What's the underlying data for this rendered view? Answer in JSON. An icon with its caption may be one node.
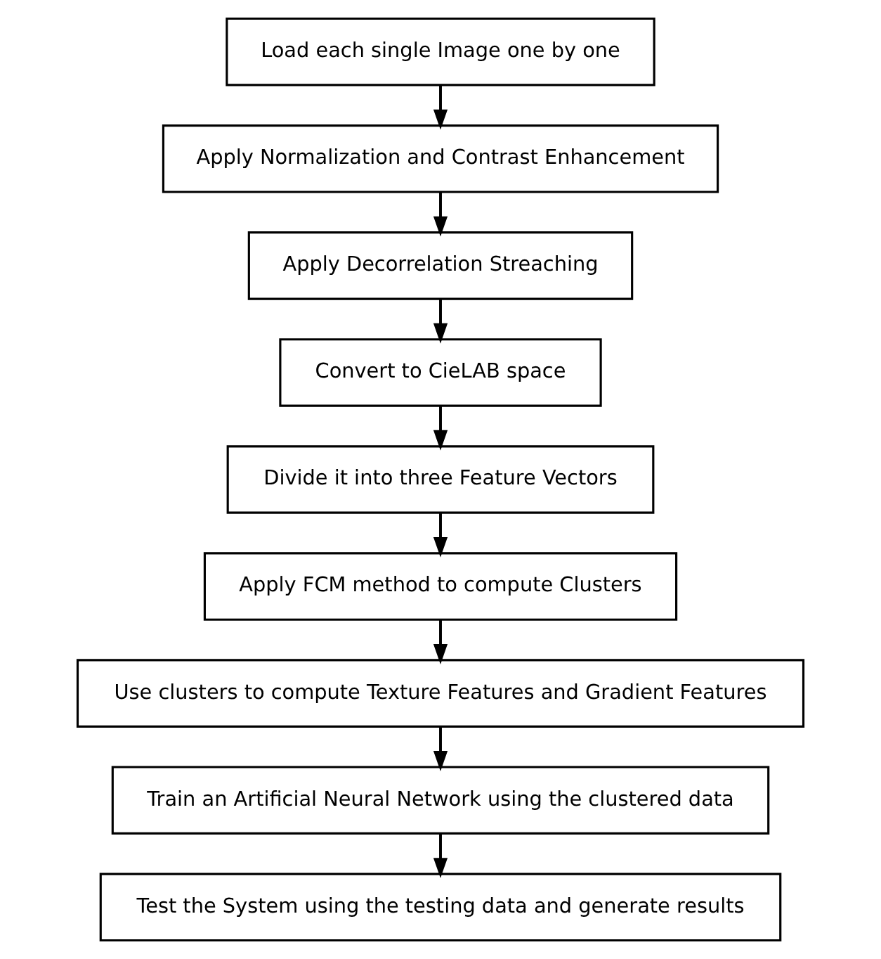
{
  "diagram": {
    "nodes": [
      {
        "text": [
          "Load each single Image one by one"
        ]
      },
      {
        "text": [
          "Apply Normalization and Contrast Enhancement"
        ]
      },
      {
        "text": [
          "Apply Decorrelation Streaching"
        ]
      },
      {
        "text": [
          "Convert to CieLAB space"
        ]
      },
      {
        "text": [
          "Divide it into three Feature Vectors"
        ]
      },
      {
        "text": [
          "Apply FCM method to compute Clusters"
        ]
      },
      {
        "text": [
          "Use clusters to compute Texture Features and Gradient Features"
        ]
      },
      {
        "text": [
          "Train an Artificial Neural Network using the clustered data"
        ]
      },
      {
        "text": [
          "Test the System using the testing data and generate results"
        ]
      }
    ],
    "edges": [
      {
        "from": 0,
        "to": 1,
        "arrow": "to"
      },
      {
        "from": 1,
        "to": 2,
        "arrow": "to"
      },
      {
        "from": 2,
        "to": 3,
        "arrow": "to"
      },
      {
        "from": 3,
        "to": 4,
        "arrow": "to"
      },
      {
        "from": 4,
        "to": 5,
        "arrow": "to"
      },
      {
        "from": 5,
        "to": 6,
        "arrow": "to"
      },
      {
        "from": 6,
        "to": 7,
        "arrow": "to"
      },
      {
        "from": 7,
        "to": 8,
        "arrow": "to"
      }
    ]
  }
}
